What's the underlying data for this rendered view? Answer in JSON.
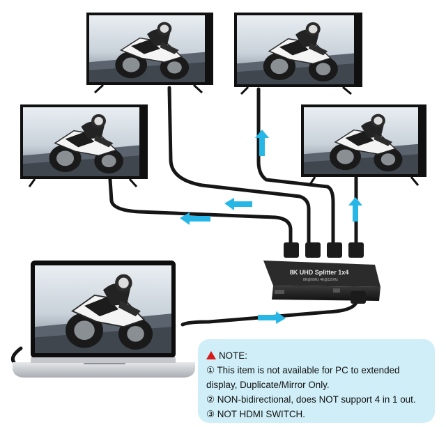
{
  "device": {
    "model": "8K UHD Splitter 1x4",
    "spec": "8K@60Hz 4K@120Hz"
  },
  "note": {
    "title": "NOTE:",
    "items": [
      "① This item is not available for PC to extended",
      "display, Duplicate/Mirror Only.",
      "② NON-bidirectional, does NOT support 4 in 1 out.",
      "③ NOT HDMI SWITCH."
    ]
  },
  "colors": {
    "arrow": "#26b7e6",
    "cable": "#161616",
    "note_bg": "#cfeef7",
    "warning": "#d61a1a",
    "monitor_frame": "#101010"
  },
  "icons": [
    "warning-triangle-icon",
    "arrow-icon"
  ]
}
